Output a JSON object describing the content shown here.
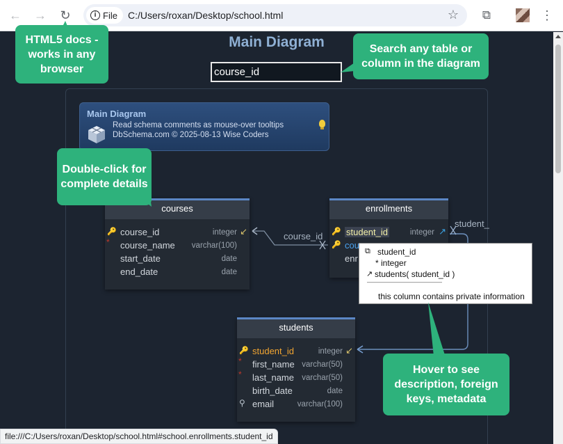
{
  "browser": {
    "site_chip_label": "File",
    "url": "C:/Users/roxan/Desktop/school.html",
    "status_url": "file:///C:/Users/roxan/Desktop/school.html#school.enrollments.student_id"
  },
  "page": {
    "title": "Main Diagram",
    "search_value": "course_id"
  },
  "info_box": {
    "title": "Main Diagram",
    "line1": "Read schema comments as mouse-over tooltips",
    "line2": "DbSchema.com © 2025-08-13 Wise Coders"
  },
  "tables": {
    "courses": {
      "name": "courses",
      "columns": [
        {
          "name": "course_id",
          "type": "integer"
        },
        {
          "name": "course_name",
          "type": "varchar(100)"
        },
        {
          "name": "start_date",
          "type": "date"
        },
        {
          "name": "end_date",
          "type": "date"
        }
      ]
    },
    "enrollments": {
      "name": "enrollments",
      "columns": [
        {
          "name": "student_id",
          "type": "integer"
        },
        {
          "name": "cou"
        },
        {
          "name": "enr"
        }
      ]
    },
    "students": {
      "name": "students",
      "columns": [
        {
          "name": "student_id",
          "type": "integer"
        },
        {
          "name": "first_name",
          "type": "varchar(50)"
        },
        {
          "name": "last_name",
          "type": "varchar(50)"
        },
        {
          "name": "birth_date",
          "type": "date"
        },
        {
          "name": "email",
          "type": "varchar(100)"
        }
      ]
    }
  },
  "relations": {
    "courses_label": "course_id",
    "students_label": "student_"
  },
  "tooltip": {
    "column": "student_id",
    "type": "* integer",
    "fk": "students( student_id )",
    "separator": "————————————",
    "comment": "this column contains private information"
  },
  "callouts": {
    "html5": "HTML5 docs - works in any browser",
    "search": "Search any table or column in the diagram",
    "double_click": "Double-click for complete details",
    "hover": "Hover to see description, foreign keys, metadata"
  },
  "colors": {
    "callout_green": "#2eb27c",
    "page_bg": "#1c2430",
    "table_header_accent": "#5b87c5",
    "key_yellow": "#f2c233",
    "title_blue": "#8fb0d4"
  }
}
